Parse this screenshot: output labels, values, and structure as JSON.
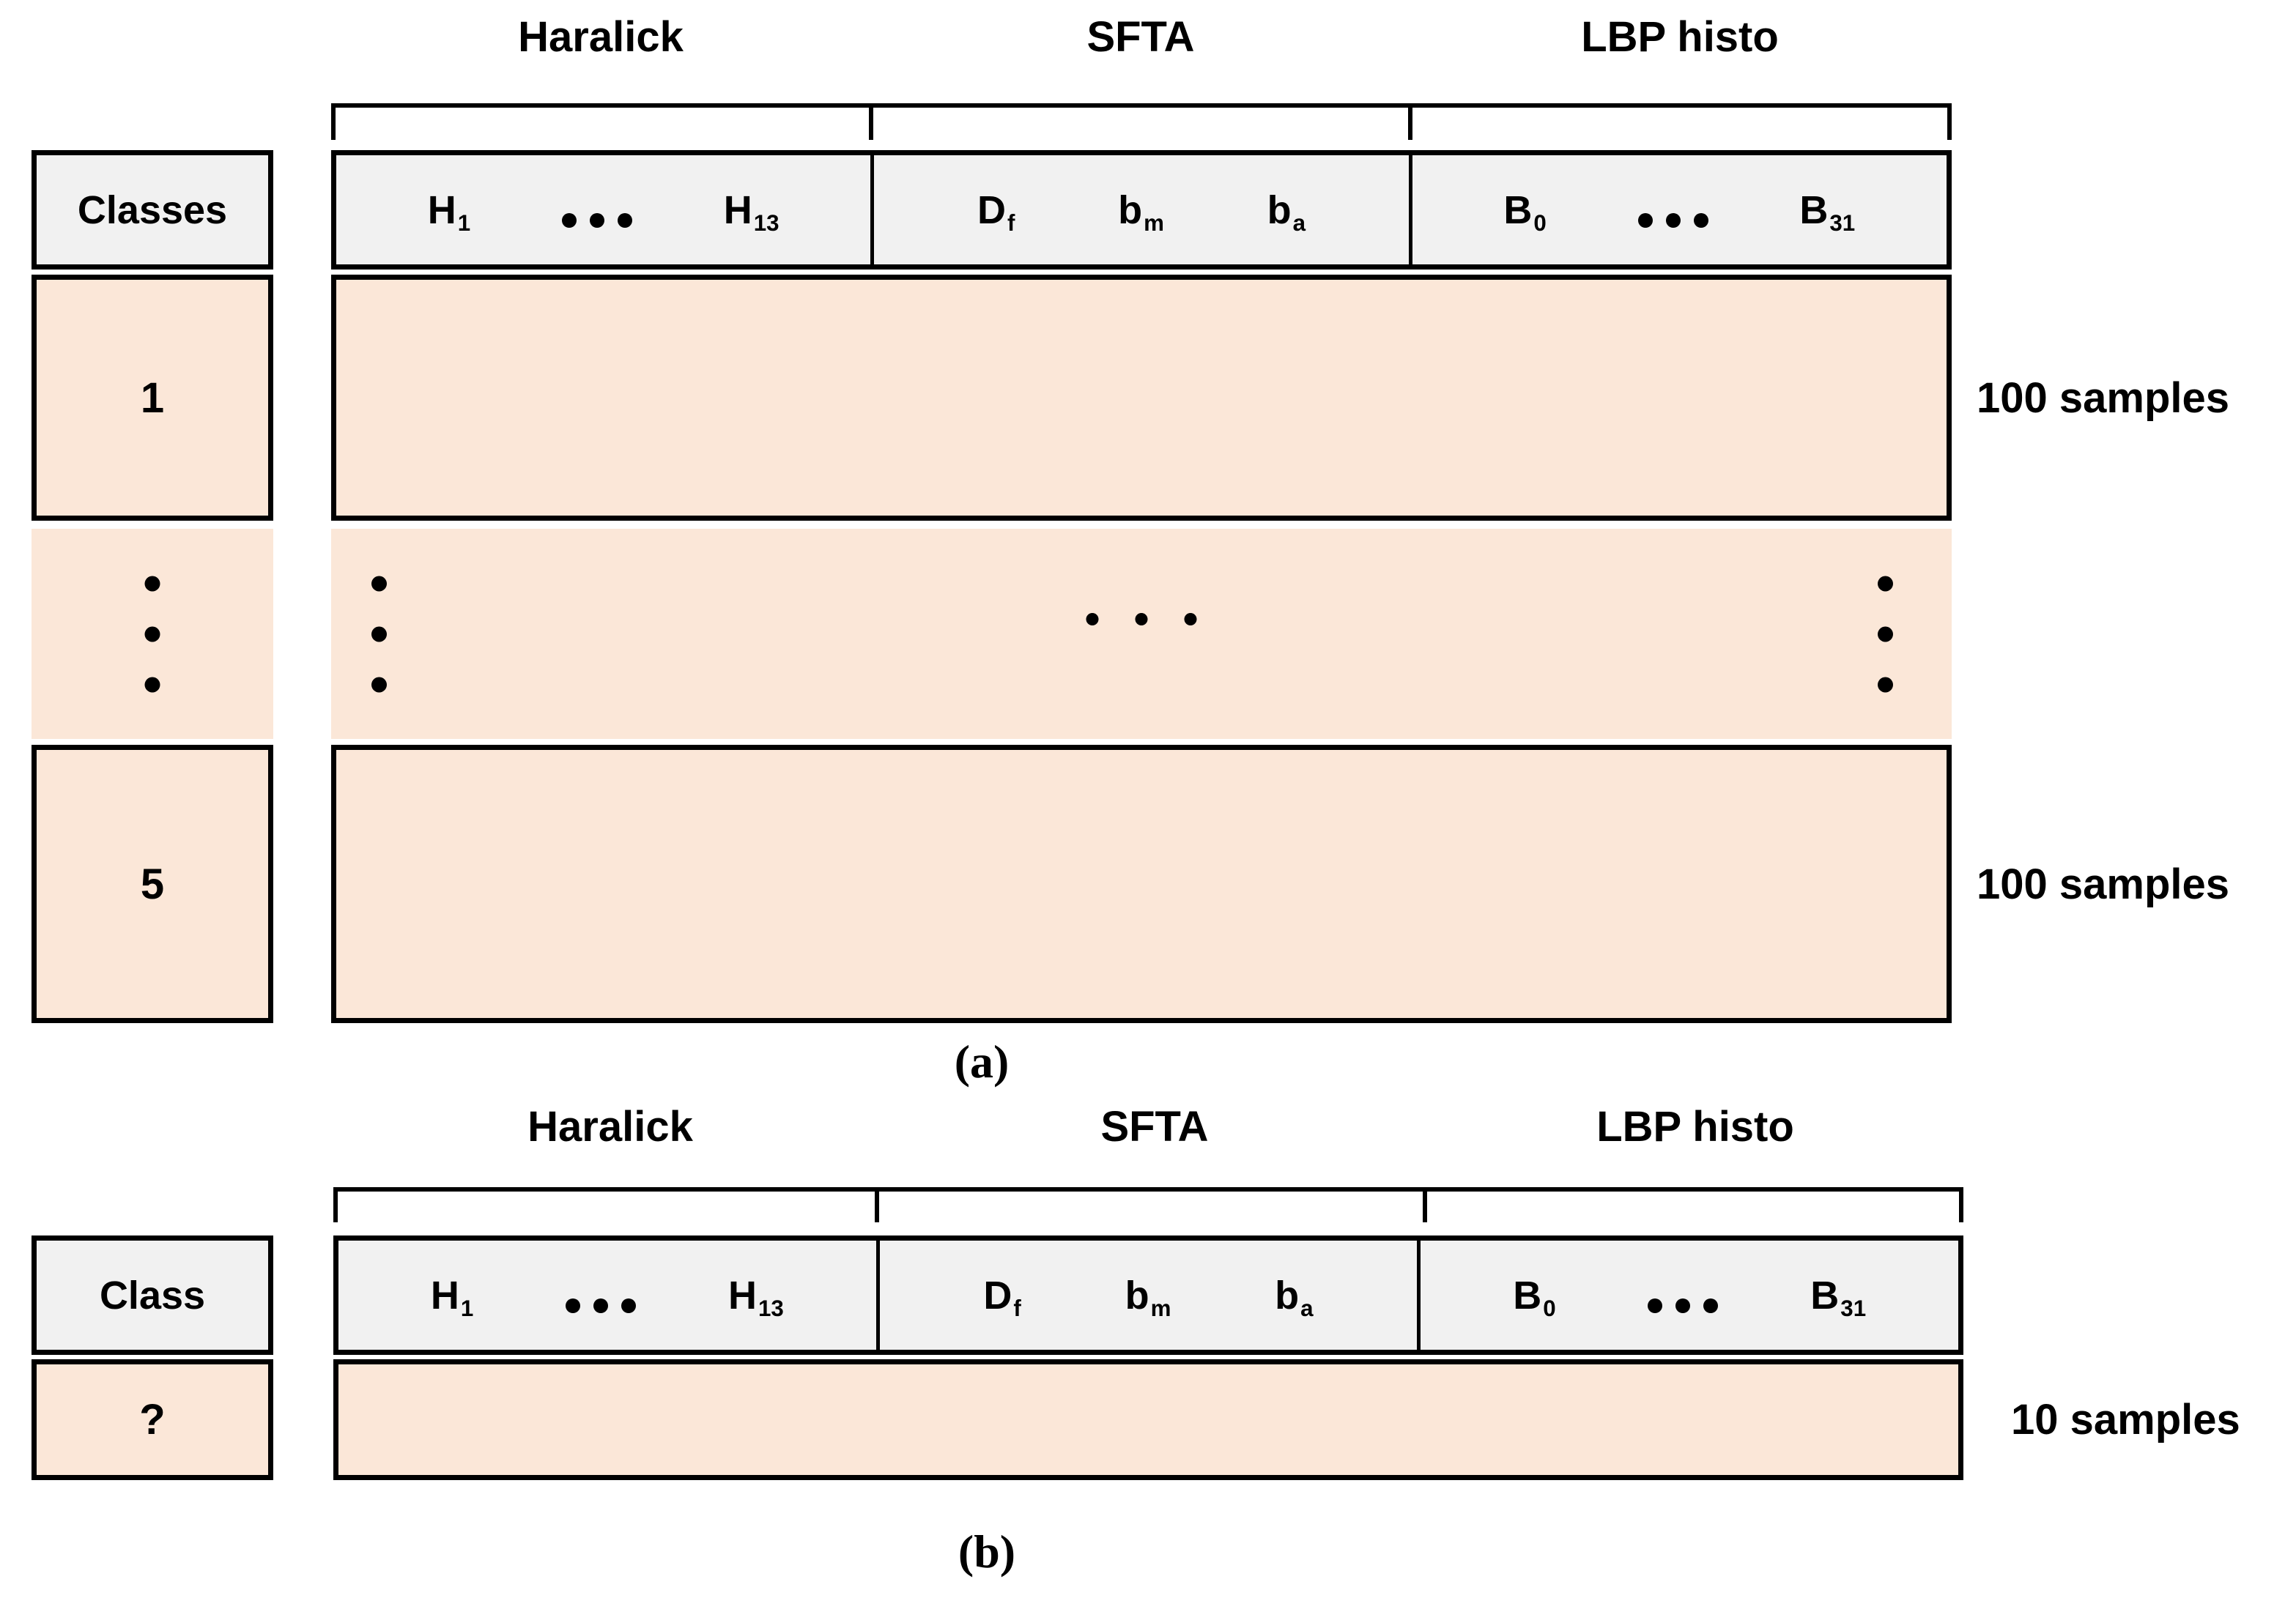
{
  "colors": {
    "background": "#FFFFFF",
    "row_fill_peach": "#FBE7D8",
    "header_fill_gray": "#F1F1F1",
    "line_black": "#000000"
  },
  "icons": {
    "horizontal_ellipsis": "•••",
    "vertical_ellipsis": "⋮"
  },
  "section_a": {
    "group_labels": [
      "Haralick",
      "SFTA",
      "LBP histo"
    ],
    "classes_header_label": "Classes",
    "feature_header_groups": [
      {
        "name": "Haralick",
        "cells": [
          {
            "base": "H",
            "sub": "1"
          },
          {
            "dots": 3
          },
          {
            "base": "H",
            "sub": "13"
          }
        ]
      },
      {
        "name": "SFTA",
        "cells": [
          {
            "base": "D",
            "sub": "f"
          },
          {
            "base": "b",
            "sub": "m"
          },
          {
            "base": "b",
            "sub": "a"
          }
        ]
      },
      {
        "name": "LBP histo",
        "cells": [
          {
            "base": "B",
            "sub": "0"
          },
          {
            "dots": 3
          },
          {
            "base": "B",
            "sub": "31"
          }
        ]
      }
    ],
    "rows": [
      {
        "class_label": "1",
        "samples_label": "100 samples"
      },
      {
        "class_label": "",
        "samples_label": "",
        "is_ellipsis_row": true
      },
      {
        "class_label": "5",
        "samples_label": "100 samples"
      }
    ],
    "caption": "(a)"
  },
  "section_b": {
    "group_labels": [
      "Haralick",
      "SFTA",
      "LBP histo"
    ],
    "class_header_label": "Class",
    "feature_header_groups": [
      {
        "name": "Haralick",
        "cells": [
          {
            "base": "H",
            "sub": "1"
          },
          {
            "dots": 3
          },
          {
            "base": "H",
            "sub": "13"
          }
        ]
      },
      {
        "name": "SFTA",
        "cells": [
          {
            "base": "D",
            "sub": "f"
          },
          {
            "base": "b",
            "sub": "m"
          },
          {
            "base": "b",
            "sub": "a"
          }
        ]
      },
      {
        "name": "LBP histo",
        "cells": [
          {
            "base": "B",
            "sub": "0"
          },
          {
            "dots": 3
          },
          {
            "base": "B",
            "sub": "31"
          }
        ]
      }
    ],
    "rows": [
      {
        "class_label": "?",
        "samples_label": "10 samples"
      }
    ],
    "caption": "(b)"
  }
}
